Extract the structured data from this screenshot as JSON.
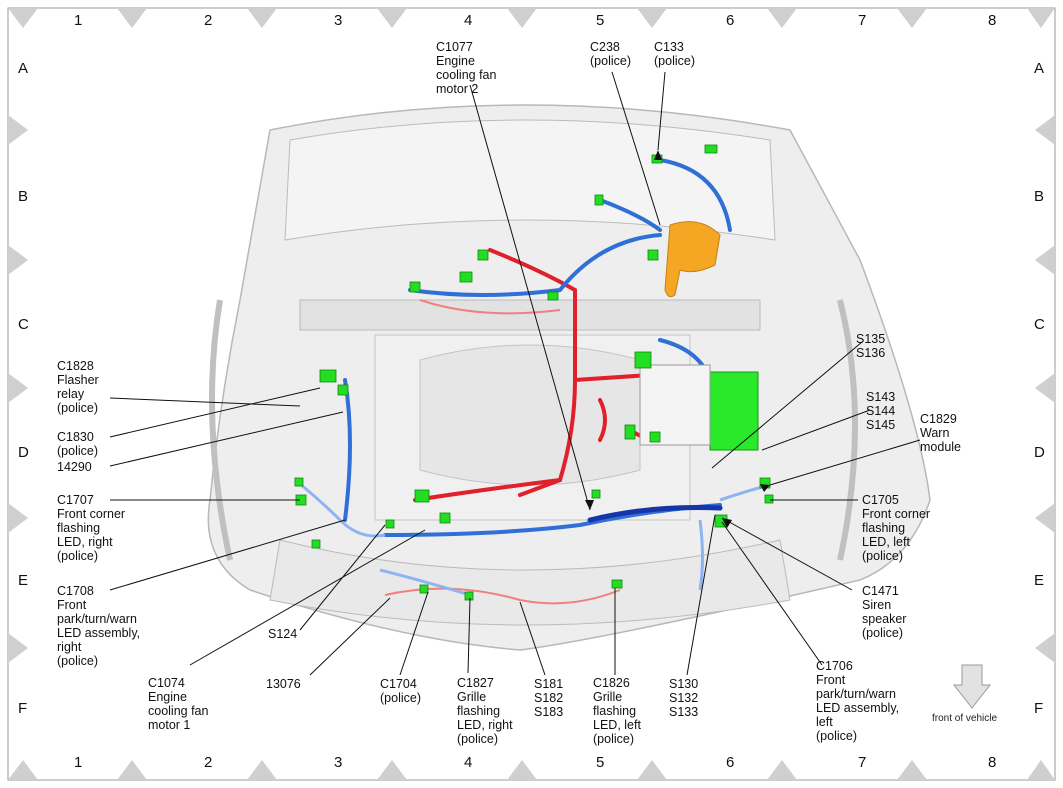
{
  "grid": {
    "columns": [
      "1",
      "2",
      "3",
      "4",
      "5",
      "6",
      "7",
      "8"
    ],
    "rows": [
      "A",
      "B",
      "C",
      "D",
      "E",
      "F"
    ]
  },
  "labels": {
    "c1077": "C1077\nEngine\ncooling fan\nmotor 2",
    "c238": "C238\n(police)",
    "c133": "C133\n(police)",
    "c1828": "C1828\nFlasher\nrelay\n(police)",
    "c1830": "C1830\n(police)",
    "n14290": "14290",
    "c1707": "C1707\nFront corner\nflashing\nLED, right\n(police)",
    "c1708": "C1708\nFront\npark/turn/warn\nLED assembly,\nright\n(police)",
    "s124": "S124",
    "c1074": "C1074\nEngine\ncooling fan\nmotor 1",
    "n13076": "13076",
    "c1704": "C1704\n(police)",
    "c1827": "C1827\nGrille\nflashing\nLED, right\n(police)",
    "s181": "S181\nS182\nS183",
    "c1826": "C1826\nGrille\nflashing\nLED, left\n(police)",
    "s130": "S130\nS132\nS133",
    "c1706": "C1706\nFront\npark/turn/warn\nLED assembly,\nleft\n(police)",
    "c1471": "C1471\nSiren\nspeaker\n(police)",
    "c1705": "C1705\nFront corner\nflashing\nLED, left\n(police)",
    "c1829": "C1829\nWarn\nmodule",
    "s143": "S143\nS144\nS145",
    "s135": "S135\nS136"
  },
  "front_of_vehicle": "front of vehicle",
  "colors": {
    "harness_blue": "#2f6fd6",
    "harness_light_blue": "#8fb3f0",
    "harness_red": "#e0202a",
    "harness_pink": "#f08080",
    "connector_green": "#22dd22",
    "module_orange": "#f5a623",
    "body_gray": "#d8d8d8",
    "marker_gray": "#c8c8c8"
  }
}
